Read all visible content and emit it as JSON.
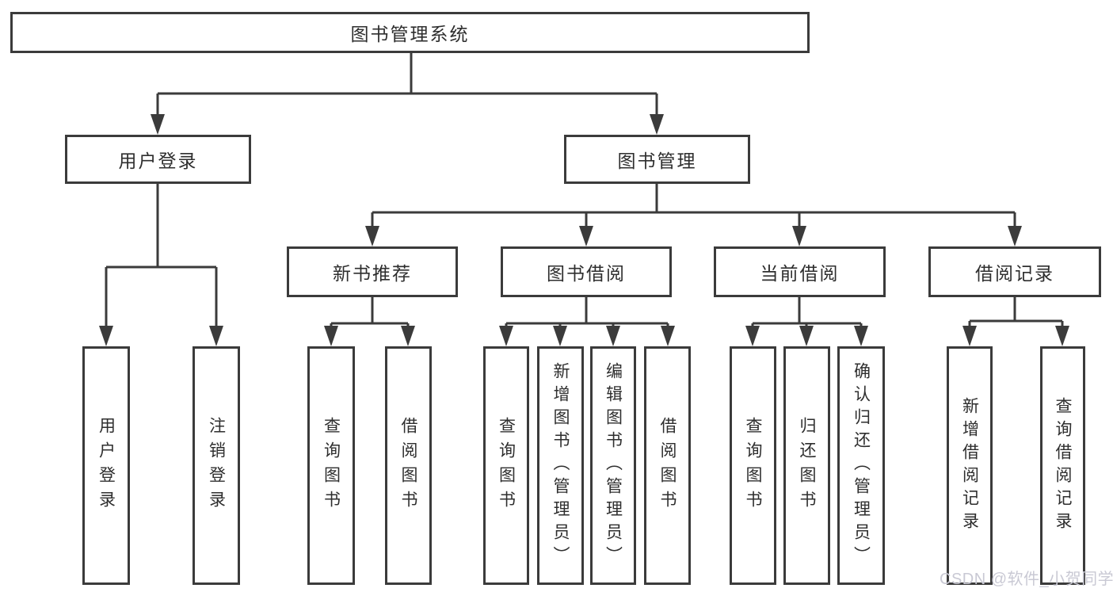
{
  "diagram": {
    "root": {
      "label": "图书管理系统"
    },
    "level2": [
      {
        "label": "用户登录"
      },
      {
        "label": "图书管理"
      }
    ],
    "level3": [
      {
        "label": "新书推荐"
      },
      {
        "label": "图书借阅"
      },
      {
        "label": "当前借阅"
      },
      {
        "label": "借阅记录"
      }
    ],
    "leaves": {
      "user_login": [
        {
          "label": "用户登录"
        },
        {
          "label": "注销登录"
        }
      ],
      "new_book": [
        {
          "label": "查询图书"
        },
        {
          "label": "借阅图书"
        }
      ],
      "book_borrow": [
        {
          "label": "查询图书"
        },
        {
          "label": "新增图书（管理员）"
        },
        {
          "label": "编辑图书（管理员）"
        },
        {
          "label": "借阅图书"
        }
      ],
      "current_borrow": [
        {
          "label": "查询图书"
        },
        {
          "label": "归还图书"
        },
        {
          "label": "确认归还（管理员）"
        }
      ],
      "borrow_record": [
        {
          "label": "新增借阅记录"
        },
        {
          "label": "查询借阅记录"
        }
      ]
    }
  },
  "watermark": {
    "text": "CSDN @软件_小贺同学"
  },
  "colors": {
    "line": "#3b3b3b",
    "text": "#2e2e2e",
    "background": "#ffffff",
    "watermark": "#c9c9d4"
  }
}
